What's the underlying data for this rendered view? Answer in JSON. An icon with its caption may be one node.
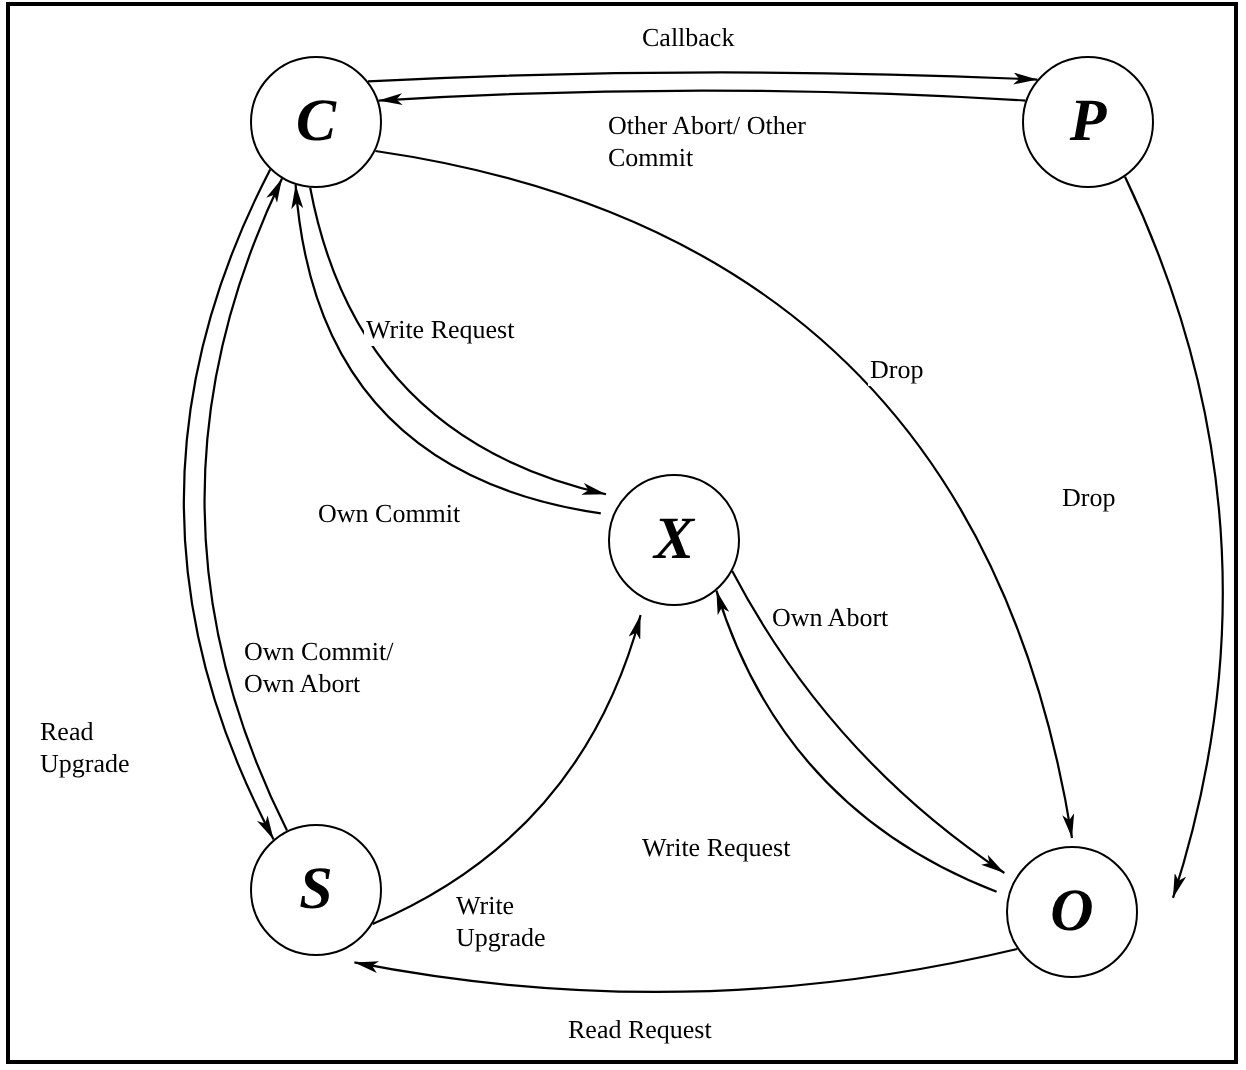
{
  "diagram": {
    "nodes": [
      {
        "text": [
          "C"
        ]
      },
      {
        "text": [
          "P"
        ]
      },
      {
        "text": [
          "X"
        ]
      },
      {
        "text": [
          "S"
        ]
      },
      {
        "text": [
          "O"
        ]
      }
    ],
    "edges": [
      {
        "from": 0,
        "to": 1,
        "arrow": "to",
        "label": "Callback"
      },
      {
        "from": 1,
        "to": 0,
        "arrow": "to",
        "label": "Other Abort/ Other Commit"
      },
      {
        "from": 0,
        "to": 4,
        "arrow": "to",
        "label": "Drop"
      },
      {
        "from": 1,
        "to": 4,
        "arrow": "to",
        "label": "Drop"
      },
      {
        "from": 0,
        "to": 2,
        "arrow": "to",
        "label": "Write Request"
      },
      {
        "from": 2,
        "to": 0,
        "arrow": "to",
        "label": "Own Commit"
      },
      {
        "from": 0,
        "to": 3,
        "arrow": "to",
        "label": "Read Upgrade"
      },
      {
        "from": 3,
        "to": 0,
        "arrow": "to",
        "label": "Own Commit/ Own Abort"
      },
      {
        "from": 3,
        "to": 2,
        "arrow": "to",
        "label": "Write Upgrade"
      },
      {
        "from": 2,
        "to": 4,
        "arrow": "to",
        "label": "Own Abort"
      },
      {
        "from": 4,
        "to": 2,
        "arrow": "to",
        "label": "Write Request"
      },
      {
        "from": 4,
        "to": 3,
        "arrow": "to",
        "label": "Read Request"
      }
    ]
  }
}
